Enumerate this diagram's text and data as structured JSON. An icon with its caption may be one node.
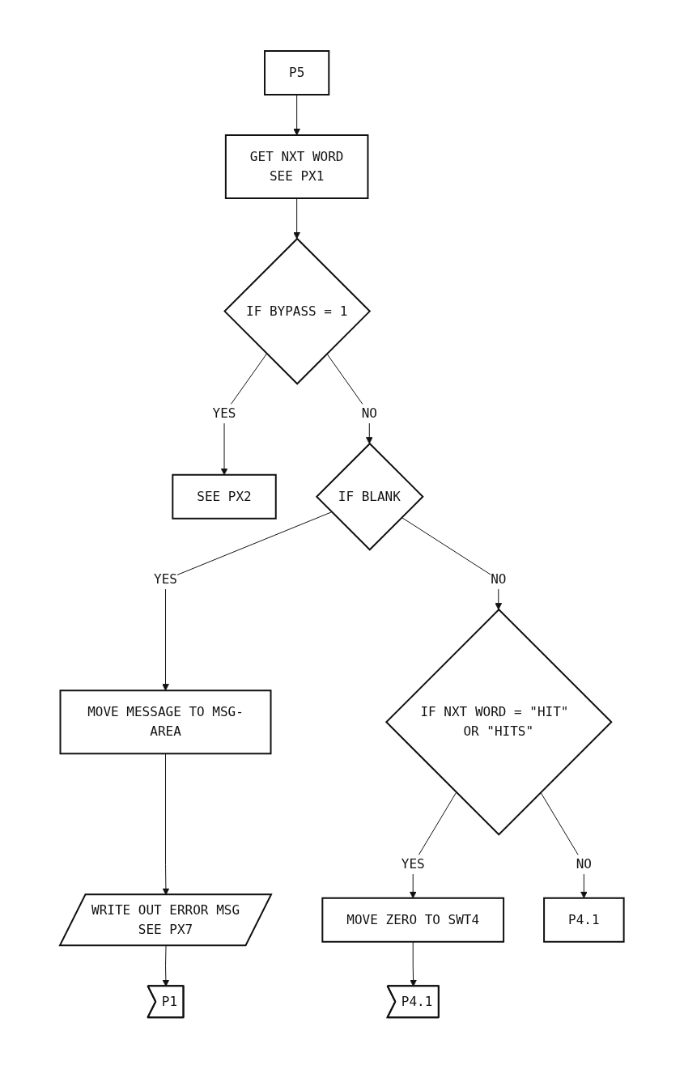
{
  "diagram": {
    "nodes": [
      {
        "text": [
          "P5"
        ]
      },
      {
        "text": [
          "GET NXT WORD",
          "SEE PX1"
        ]
      },
      {
        "text": [
          "IF BYPASS = 1"
        ]
      },
      {
        "text": [
          "SEE PX2"
        ]
      },
      {
        "text": [
          "IF BLANK"
        ]
      },
      {
        "text": [
          "MOVE MESSAGE TO MSG-AREA"
        ]
      },
      {
        "text": [
          "WRITE OUT ERROR MSG",
          "SEE PX7"
        ]
      },
      {
        "text": [
          "P1"
        ]
      },
      {
        "text": [
          "IF NXT WORD = \"HIT\" OR \"HITS\""
        ]
      },
      {
        "text": [
          "MOVE ZERO TO SWT4"
        ]
      },
      {
        "text": [
          "P4.1"
        ]
      },
      {
        "text": [
          "P4.1"
        ]
      }
    ],
    "edges": [
      {
        "from": 0,
        "to": 1,
        "arrow": "to"
      },
      {
        "from": 1,
        "to": 2,
        "arrow": "to"
      },
      {
        "from": 2,
        "to": 3,
        "label": "YES",
        "arrow": "to"
      },
      {
        "from": 2,
        "to": 4,
        "label": "NO",
        "arrow": "to"
      },
      {
        "from": 4,
        "to": 5,
        "label": "YES",
        "arrow": "to"
      },
      {
        "from": 5,
        "to": 6,
        "arrow": "to"
      },
      {
        "from": 6,
        "to": 7,
        "arrow": "to"
      },
      {
        "from": 4,
        "to": 8,
        "label": "NO",
        "arrow": "to"
      },
      {
        "from": 8,
        "to": 9,
        "label": "YES",
        "arrow": "to"
      },
      {
        "from": 9,
        "to": 10,
        "arrow": "to"
      },
      {
        "from": 8,
        "to": 11,
        "label": "NO",
        "arrow": "to"
      }
    ]
  }
}
